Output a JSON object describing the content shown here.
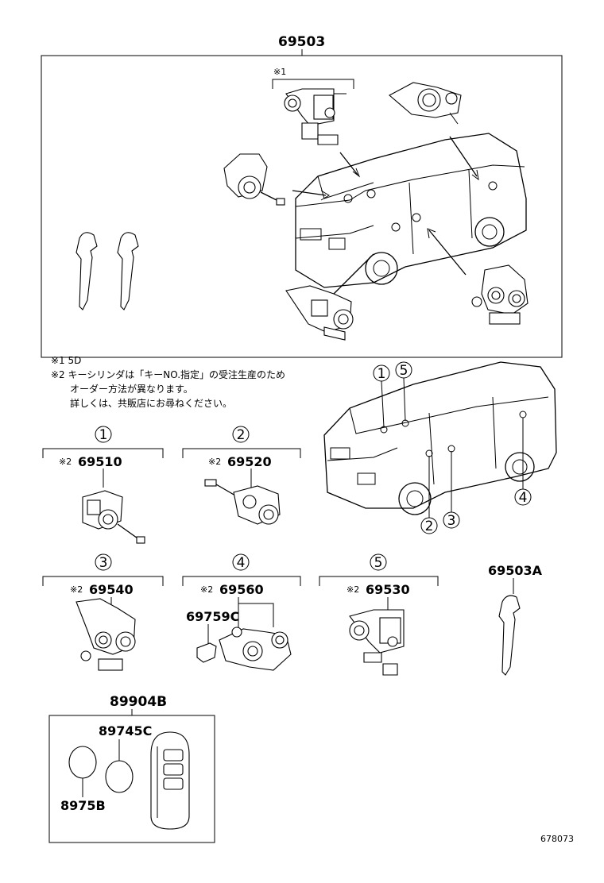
{
  "top_assembly": {
    "part_number": "69503",
    "variant_note_mark": "※1"
  },
  "notes": {
    "note1": "※1 5D",
    "note2_line1": "※2 キーシリンダは「キーNO.指定」の受注生産のため",
    "note2_line2": "オーダー方法が異なります。",
    "note2_line3": "詳しくは、共販店にお尋ねください。"
  },
  "van_callouts": [
    "1",
    "5",
    "2",
    "3",
    "4"
  ],
  "components": [
    {
      "index": "1",
      "mark": "※2",
      "part_number": "69510"
    },
    {
      "index": "2",
      "mark": "※2",
      "part_number": "69520"
    },
    {
      "index": "3",
      "mark": "※2",
      "part_number": "69540"
    },
    {
      "index": "4",
      "mark": "※2",
      "part_number": "69560"
    },
    {
      "index": "5",
      "mark": "※2",
      "part_number": "69530"
    }
  ],
  "sub_part_69759C": "69759C",
  "blank_key": "69503A",
  "remote": {
    "assembly": "89904B",
    "battery_cover": "89745C",
    "battery": "8975B"
  },
  "illustration_id": "678073"
}
